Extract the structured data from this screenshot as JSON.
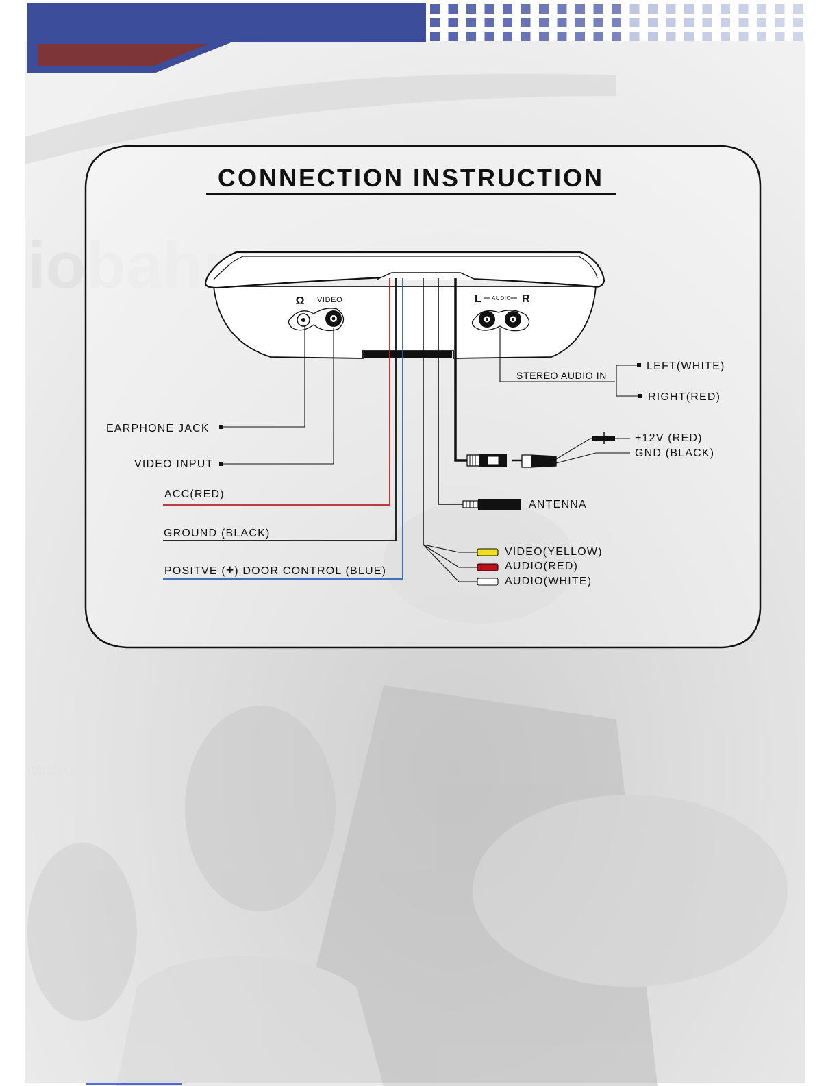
{
  "page": {
    "title": "CONNECTION INSTRUCTION",
    "watermark_text": "iobahn",
    "watermark_small": "iobahn.com"
  },
  "device": {
    "headphone_symbol": "Ω",
    "video_port_label": "VIDEO",
    "audio_l": "L",
    "audio_mid": "AUDIO",
    "audio_r": "R"
  },
  "labels": {
    "earphone_jack": "EARPHONE JACK",
    "video_input": "VIDEO INPUT",
    "acc": "ACC(RED)",
    "ground": "GROUND (BLACK)",
    "positive_pre": "POSITVE (",
    "positive_sym": "+",
    "positive_post": ") DOOR CONTROL (BLUE)",
    "stereo_audio_in": "STEREO AUDIO IN",
    "left_white": "LEFT(WHITE)",
    "right_red": "RIGHT(RED)",
    "plus12v": "+12V (RED)",
    "gnd_black": "GND  (BLACK)",
    "antenna": "ANTENNA",
    "rca_video": "VIDEO(YELLOW)",
    "rca_audio_red": "AUDIO(RED)",
    "rca_audio_white": "AUDIO(WHITE)"
  },
  "colors": {
    "header_blue": "#3c4d9b",
    "header_red": "#7e3537",
    "square_dark": "#5563ad",
    "square_light": "#aab4d8",
    "wire_red": "#b3262d",
    "wire_blue": "#2f5fb0",
    "wire_black": "#111111",
    "rca_yellow": "#f0e020",
    "rca_red": "#c0101a",
    "rca_white": "#ffffff",
    "background_photo": "#e8e8e8",
    "footer_link": "#1e3ad0"
  }
}
